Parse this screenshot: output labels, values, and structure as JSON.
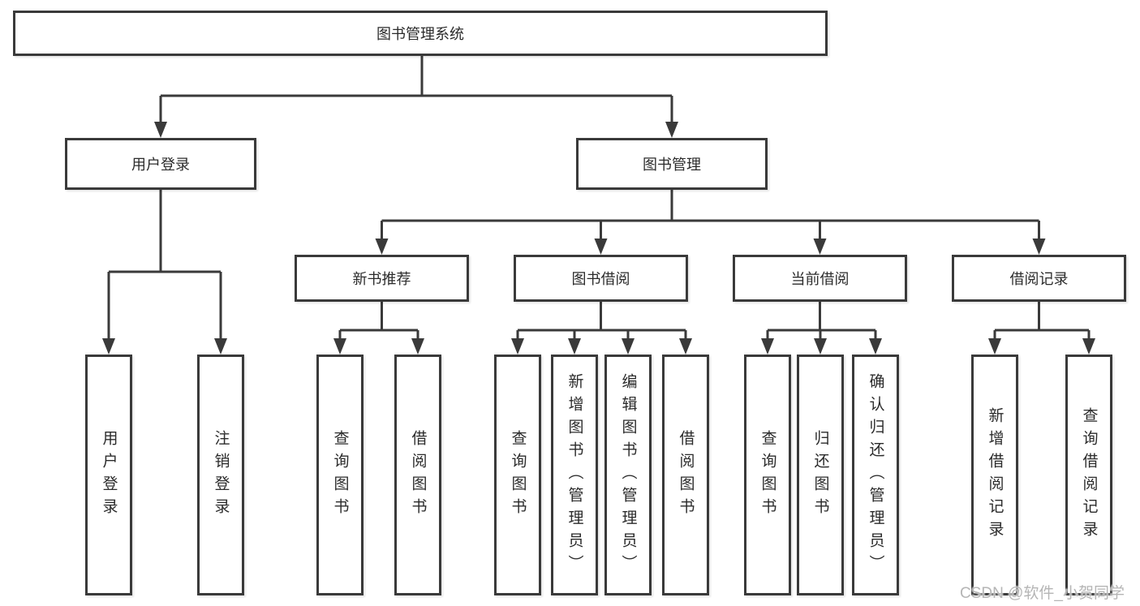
{
  "diagram": {
    "root": {
      "label": "图书管理系统"
    },
    "branches": [
      {
        "label": "用户登录",
        "children": [
          {
            "label": "用户登录"
          },
          {
            "label": "注销登录"
          }
        ]
      },
      {
        "label": "图书管理",
        "children": [
          {
            "label": "新书推荐",
            "children": [
              {
                "label": "查询图书"
              },
              {
                "label": "借阅图书"
              }
            ]
          },
          {
            "label": "图书借阅",
            "children": [
              {
                "label": "查询图书"
              },
              {
                "label": "新增图书（管理员）"
              },
              {
                "label": "编辑图书（管理员）"
              },
              {
                "label": "借阅图书"
              }
            ]
          },
          {
            "label": "当前借阅",
            "children": [
              {
                "label": "查询图书"
              },
              {
                "label": "归还图书"
              },
              {
                "label": "确认归还（管理员）"
              }
            ]
          },
          {
            "label": "借阅记录",
            "children": [
              {
                "label": "新增借阅记录"
              },
              {
                "label": "查询借阅记录"
              }
            ]
          }
        ]
      }
    ]
  },
  "watermark": {
    "text": "CSDN @软件_小贺同学"
  },
  "colors": {
    "line": "#3a3a3a",
    "text": "#2b2b2b",
    "box_background": "#ffffff",
    "watermark": "#b5b5b5",
    "page_background": "#ffffff"
  }
}
